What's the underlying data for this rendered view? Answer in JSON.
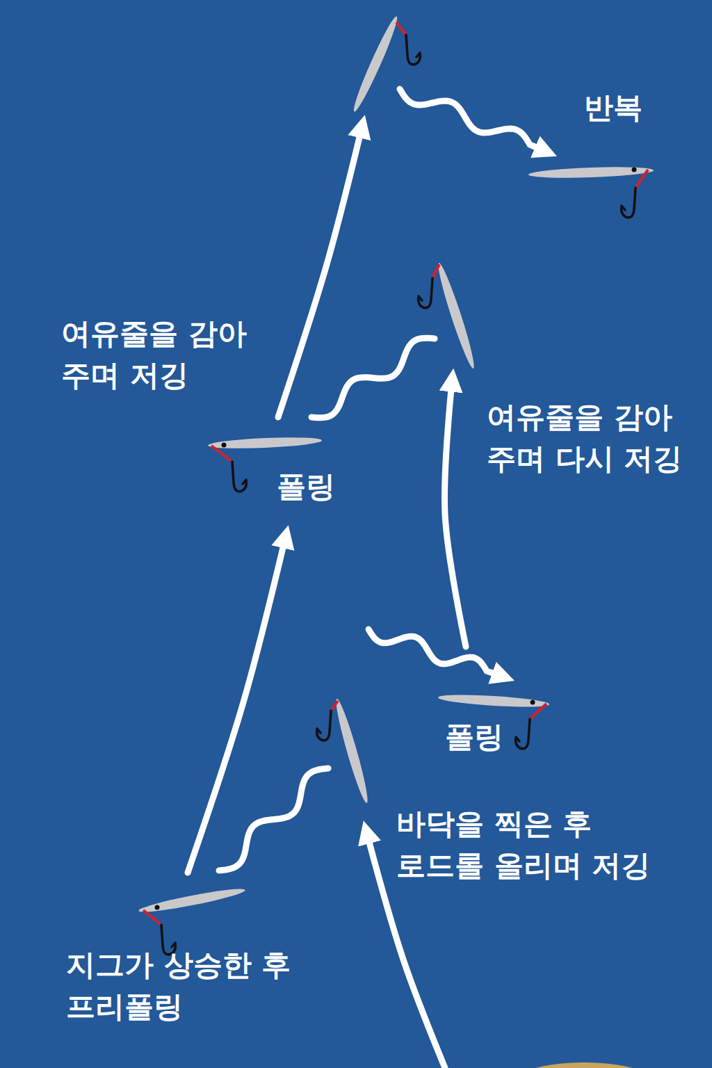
{
  "diagram": {
    "labels": [
      "반복",
      "여유줄을 감아 주며 저깅",
      "여유줄을 감아 주며 다시 저깅",
      "폴링",
      "폴링",
      "바닥을 찍은 후 로드롤 올리며 저깅",
      "지그가 상승한 후 프리폴링"
    ]
  }
}
